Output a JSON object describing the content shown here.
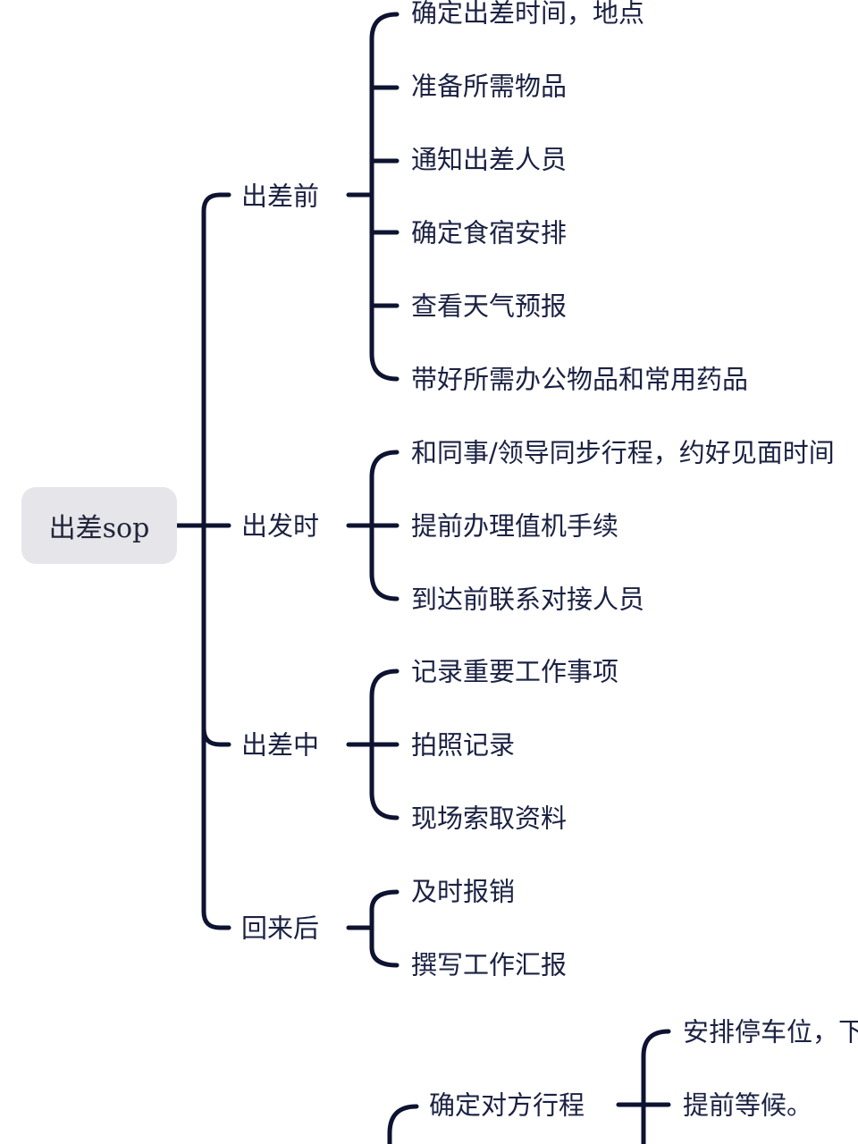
{
  "root": {
    "label": "出差sop"
  },
  "branches": [
    {
      "label": "出差前",
      "items": [
        "确定出差时间，地点",
        "准备所需物品",
        "通知出差人员",
        "确定食宿安排",
        "查看天气预报",
        "带好所需办公物品和常用药品"
      ]
    },
    {
      "label": "出发时",
      "items": [
        "和同事/领导同步行程，约好见面时间",
        "提前办理值机手续",
        "到达前联系对接人员"
      ]
    },
    {
      "label": "出差中",
      "items": [
        "记录重要工作事项",
        "拍照记录",
        "现场索取资料"
      ]
    },
    {
      "label": "回来后",
      "items": [
        "及时报销",
        "撰写工作汇报"
      ]
    }
  ],
  "partial": {
    "branch_label": "确定对方行程",
    "items": [
      "安排停车位，下",
      "提前等候。"
    ]
  }
}
